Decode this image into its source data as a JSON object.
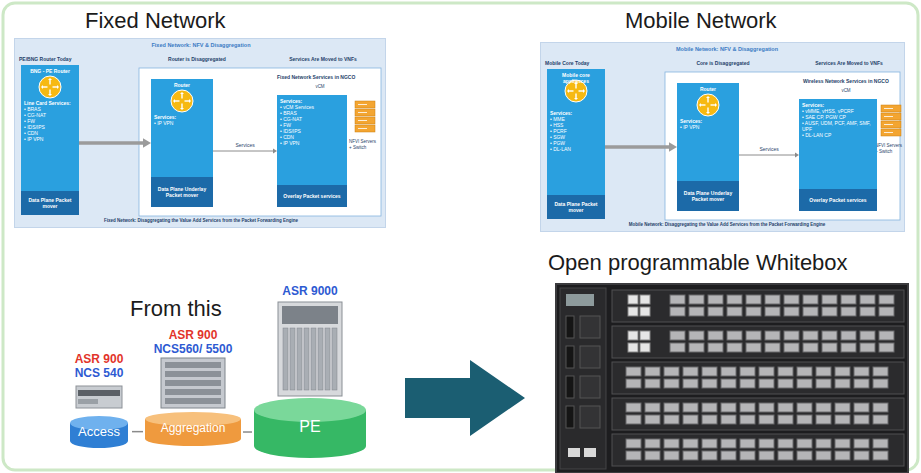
{
  "diagram": {
    "nodes": [
      {
        "text": [
          "Fixed Network: NFV & Disaggregation",
          "PE/BNG Router Today",
          "Router is Disaggregated",
          "Services Are Moved to VNFs",
          "Fixed Network Services in NGCO",
          "vCM",
          "NFVI Servers + Switch",
          "Fixed Network: Disaggregating the Value Add Services from the Packet Forwarding Engine"
        ]
      },
      {
        "text": [
          "BNG - PE Router",
          "Line Card Services:",
          "• BRAS",
          "• CG-NAT",
          "• FW",
          "• IDS/IPS",
          "• CDN",
          "• IP VPN"
        ],
        "in": 0
      },
      {
        "text": [
          "Data Plane Packet mover"
        ],
        "in": 1
      },
      {
        "text": [
          "Router",
          "Services:",
          "• IP VPN"
        ],
        "in": 0
      },
      {
        "text": [
          "Data Plane Underlay Packet mover"
        ],
        "in": 3
      },
      {
        "text": [
          "Services:",
          "• vCM Services",
          "• BRAS",
          "• CG-NAT",
          "• FW",
          "• IDS/IPS",
          "• CDN",
          "• IP VPN"
        ],
        "in": 0
      },
      {
        "text": [
          "Overlay Packet services"
        ],
        "in": 5
      },
      {
        "text": [
          "Mobile Network: NFV & Disaggregation",
          "Mobile Core Today",
          "Core is Disaggregated",
          "Services Are Moved to VNFs",
          "Wireless Network Services in NGCO",
          "vCM",
          "NFVI Servers + Switch",
          "Mobile Network: Disaggregating the Value Add Services from the Packet Forwarding Engine"
        ]
      },
      {
        "text": [
          "Mobile core appliances",
          "Services:",
          "• MME",
          "• HSS",
          "• PCRF",
          "• SGW",
          "• PGW",
          "• DL-LAN"
        ],
        "in": 7
      },
      {
        "text": [
          "Data Plane Packet mover"
        ],
        "in": 8
      },
      {
        "text": [
          "Router",
          "Services:",
          "• IP VPN"
        ],
        "in": 7
      },
      {
        "text": [
          "Data Plane Underlay Packet mover"
        ],
        "in": 10
      },
      {
        "text": [
          "Services:",
          "• vMME, vHSS, vPCRF",
          "• SAE CP, PGW CP",
          "• AUSF, UDM, PCF, AMF, SMF, UPF",
          "• DL-LAN CP"
        ],
        "in": 7
      },
      {
        "text": [
          "Overlay Packet services"
        ],
        "in": 12
      },
      {
        "text": [
          "ASR 900",
          "NCS 540",
          "Access"
        ]
      },
      {
        "text": [
          "ASR 900",
          "NCS560/ 5500",
          "Aggregation"
        ]
      },
      {
        "text": [
          "ASR 9000",
          "PE"
        ]
      }
    ],
    "edges": [
      {
        "from": 1,
        "to": 3,
        "arrow": "to"
      },
      {
        "from": 3,
        "to": 5,
        "label": "Services",
        "arrow": "to"
      },
      {
        "from": 8,
        "to": 10,
        "arrow": "to"
      },
      {
        "from": 10,
        "to": 12,
        "label": "Services",
        "arrow": "to"
      },
      {
        "from": 14,
        "to": 15,
        "arrow": "none"
      },
      {
        "from": 15,
        "to": 16,
        "arrow": "none"
      }
    ],
    "labels": [
      "Fixed Network",
      "Mobile Network",
      "From this",
      "Open programmable Whitebox"
    ]
  }
}
